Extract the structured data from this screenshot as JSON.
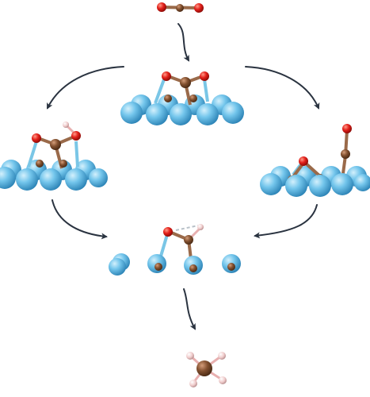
{
  "diagram": {
    "colors": {
      "background": "#ffffff",
      "arrow": "#2a3340",
      "surface_atom": "#6fc3ea",
      "surface_atom_highlight": "#c9ecfb",
      "surface_atom_shadow": "#3a92c2",
      "carbon": "#7a4a2b",
      "carbon_highlight": "#c79272",
      "oxygen": "#e01a12",
      "oxygen_highlight": "#ff8a7a",
      "hydrogen": "#f0c6c6",
      "hydrogen_highlight": "#ffffff",
      "bond_blue": "#7ac6e6",
      "bond_dashed": "#b8c1c8"
    },
    "structures": [
      {
        "id": "gas-phase-co2",
        "atoms": [
          "oxygen",
          "carbon",
          "oxygen"
        ]
      },
      {
        "id": "adsorbed-co2",
        "atoms": [
          "oxygen",
          "carbon",
          "oxygen",
          "surface"
        ]
      },
      {
        "id": "carboxyl-intermediate",
        "atoms": [
          "oxygen",
          "carbon",
          "oxygen",
          "hydrogen",
          "surface"
        ]
      },
      {
        "id": "co-and-o-intermediate",
        "atoms": [
          "oxygen",
          "carbon",
          "oxygen",
          "carbon",
          "surface"
        ]
      },
      {
        "id": "oxygen-bound-intermediate",
        "atoms": [
          "oxygen",
          "carbon",
          "hydrogen",
          "surface"
        ]
      },
      {
        "id": "methane-product",
        "atoms": [
          "carbon",
          "hydrogen",
          "hydrogen",
          "hydrogen",
          "hydrogen"
        ]
      }
    ],
    "arrows": [
      {
        "id": "arrow-co2-adsorption",
        "from": "gas-phase-co2",
        "to": "adsorbed-co2"
      },
      {
        "id": "arrow-left-branch",
        "from": "adsorbed-co2",
        "to": "carboxyl-intermediate"
      },
      {
        "id": "arrow-right-branch",
        "from": "adsorbed-co2",
        "to": "co-and-o-intermediate"
      },
      {
        "id": "arrow-left-merge",
        "from": "carboxyl-intermediate",
        "to": "oxygen-bound-intermediate"
      },
      {
        "id": "arrow-right-merge",
        "from": "co-and-o-intermediate",
        "to": "oxygen-bound-intermediate"
      },
      {
        "id": "arrow-to-methane",
        "from": "oxygen-bound-intermediate",
        "to": "methane-product"
      }
    ]
  }
}
